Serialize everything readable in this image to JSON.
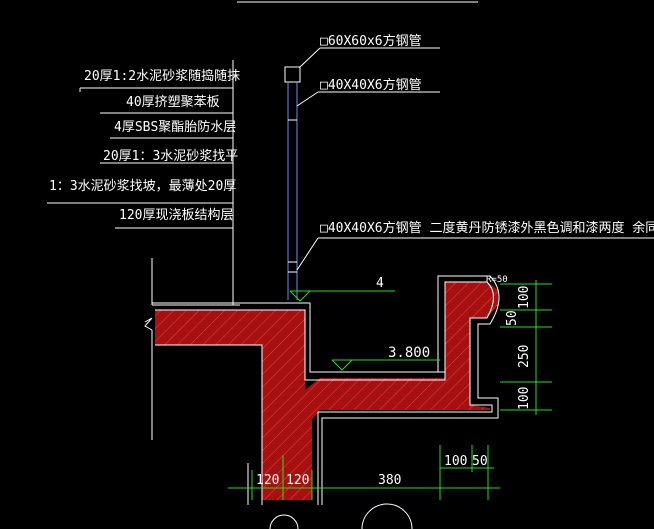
{
  "drawing": {
    "layer_labels": [
      "20厚1:2水泥砂浆随捣随抹",
      "40厚挤塑聚苯板",
      "4厚SBS聚酯胎防水层",
      "20厚1：3水泥砂浆找平",
      "1：3水泥砂浆找坡，最薄处20厚",
      "120厚现浇板结构层"
    ],
    "pipe_labels": {
      "top": "□60X60x6方钢管",
      "middle": "□40X40X6方钢管",
      "lower": "□40X40X6方钢管  二度黄丹防锈漆外黑色调和漆两度  余同"
    },
    "marks": {
      "slope_number": "4",
      "elevation": "3.800",
      "radius": "R=50"
    },
    "right_dimensions": [
      "100",
      "50",
      "250",
      "100"
    ],
    "bottom_dimensions": [
      "120",
      "120",
      "380",
      "100",
      "50"
    ]
  }
}
